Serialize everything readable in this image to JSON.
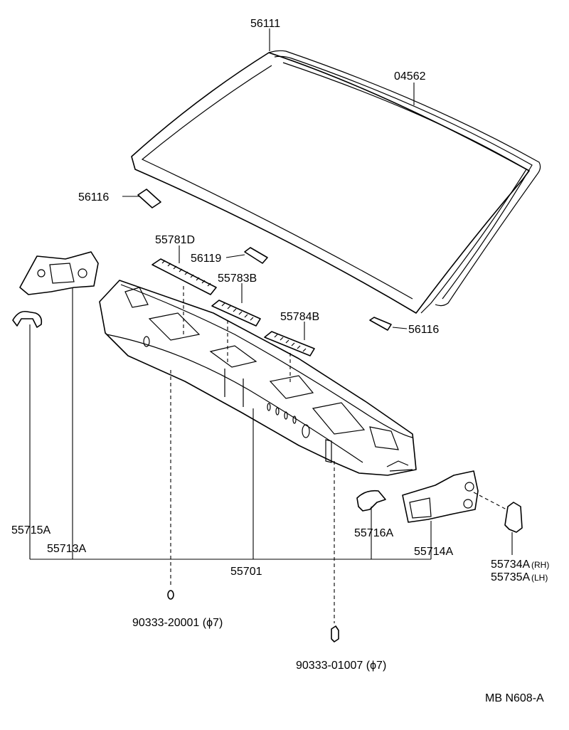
{
  "labels": {
    "p56111": "56111",
    "p04562": "04562",
    "p56116_left": "56116",
    "p56116_right": "56116",
    "p55781D": "55781D",
    "p56119": "56119",
    "p55783B": "55783B",
    "p55784B": "55784B",
    "p55715A": "55715A",
    "p55713A": "55713A",
    "p55701": "55701",
    "p55716A": "55716A",
    "p55714A": "55714A",
    "p55734A": "55734A",
    "p55734A_note": "(RH)",
    "p55735A": "55735A",
    "p55735A_note": "(LH)",
    "p90333_20001": "90333-20001 (ϕ7)",
    "p90333_01007": "90333-01007 (ϕ7)"
  },
  "code": "MB  N608-A"
}
